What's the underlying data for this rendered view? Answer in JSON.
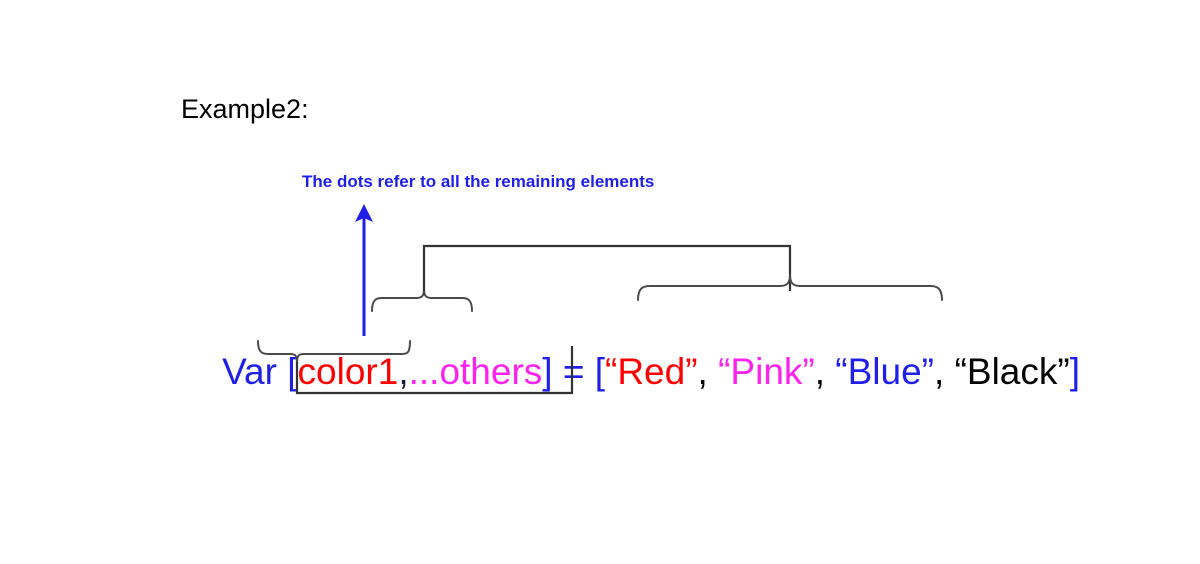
{
  "page": {
    "background_color": "#ffffff",
    "title": "Example2:"
  },
  "annotation": {
    "note_text": "The dots refer to all the remaining elements",
    "note_color": "#1f1fe8",
    "arrow_color": "#1f1fe8",
    "arrow_points_to": "...",
    "arrow_direction": "up"
  },
  "code_line": {
    "full_text": "Var [color1,...others] = [“Red”, “Pink”, “Blue”, “Black”]",
    "tokens": [
      {
        "text": "Var ",
        "color": "#1f1fe8",
        "name": "keyword-var"
      },
      {
        "text": "[",
        "color": "#1f1fe8",
        "name": "open-bracket-left"
      },
      {
        "text": "color1",
        "color": "#fe0000",
        "name": "binding-color1"
      },
      {
        "text": ",",
        "color": "#1a1a3a",
        "name": "comma-separator"
      },
      {
        "text": "...",
        "color": "#ff22ee",
        "name": "rest-dots"
      },
      {
        "text": "others",
        "color": "#ff22ee",
        "name": "binding-others"
      },
      {
        "text": "]",
        "color": "#1f1fe8",
        "name": "close-bracket-left"
      },
      {
        "text": " = ",
        "color": "#1f1fe8",
        "name": "assignment-operator"
      },
      {
        "text": "[",
        "color": "#1f1fe8",
        "name": "open-bracket-right"
      },
      {
        "text": "“Red”",
        "color": "#fe0000",
        "name": "value-red"
      },
      {
        "text": ", ",
        "color": "#050505",
        "name": "comma-1"
      },
      {
        "text": "“Pink”",
        "color": "#ff22ee",
        "name": "value-pink"
      },
      {
        "text": ", ",
        "color": "#050505",
        "name": "comma-2"
      },
      {
        "text": "“Blue”",
        "color": "#1f1fe8",
        "name": "value-blue"
      },
      {
        "text": ", ",
        "color": "#050505",
        "name": "comma-3"
      },
      {
        "text": "“Black”",
        "color": "#050505",
        "name": "value-black"
      },
      {
        "text": "]",
        "color": "#1f1fe8",
        "name": "close-bracket-right"
      }
    ],
    "array_values": [
      "Red",
      "Pink",
      "Blue",
      "Black"
    ],
    "bindings": [
      "color1",
      "...others"
    ]
  },
  "connectors": [
    {
      "name": "color1-to-red",
      "from": "color1",
      "to": "“Red”",
      "style": "brace-below-then-u-connector",
      "color": "#333333"
    },
    {
      "name": "others-to-remaining-values",
      "from": "...others",
      "to": "“Pink”, “Blue”, “Black”",
      "style": "brace-above-then-bridge-connector",
      "color": "#333333"
    }
  ]
}
